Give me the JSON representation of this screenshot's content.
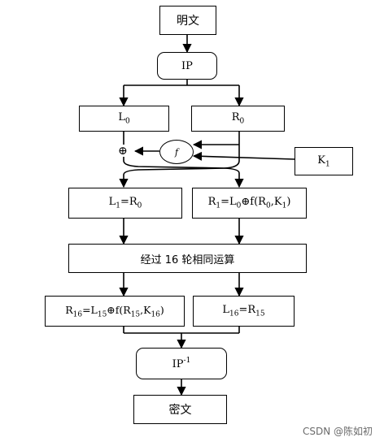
{
  "nodes": {
    "plaintext": "明文",
    "ip": "IP",
    "l0": {
      "base": "L",
      "sub": "0"
    },
    "r0": {
      "base": "R",
      "sub": "0"
    },
    "f": "f",
    "xor_symbol": "⊕",
    "k1": {
      "base": "K",
      "sub": "1"
    },
    "l1": {
      "a": "L",
      "a_sub": "1",
      "eq": "=R",
      "b_sub": "0"
    },
    "r1": {
      "a": "R",
      "a_sub": "1",
      "eq": "=L",
      "b_sub": "0",
      "rest": "⊕f(R",
      "c_sub": "0",
      "mid": ",K",
      "d_sub": "1",
      "end": ")"
    },
    "rounds": "经过 16 轮相同运算",
    "r16": {
      "a": "R",
      "a_sub": "16",
      "eq": "=L",
      "b_sub": "15",
      "rest": "⊕f(R",
      "c_sub": "15",
      "mid": ",K",
      "d_sub": "16",
      "end": ")"
    },
    "l16": {
      "a": "L",
      "a_sub": "16",
      "eq": "=R",
      "b_sub": "15"
    },
    "ip_inv": {
      "base": "IP",
      "sup": "-1"
    },
    "ciphertext": "密文"
  },
  "watermark": "CSDN @陈如初"
}
